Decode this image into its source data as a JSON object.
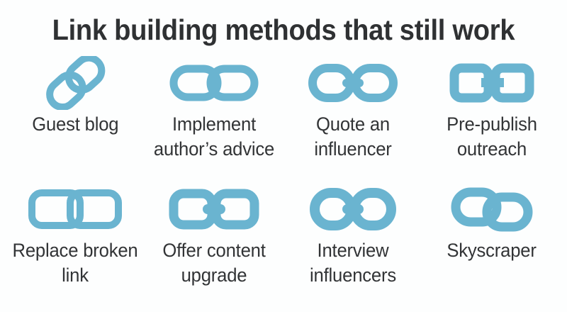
{
  "header": {
    "title": "Link building methods that still work"
  },
  "theme": {
    "background": "#fdfefe",
    "icon_color": "#6ab4d0",
    "text_color": "#323436",
    "title_color": "#2f3133"
  },
  "grid": {
    "columns": 4,
    "rows": 2,
    "items": [
      {
        "label": "Guest blog",
        "icon": "chain-link-diagonal-icon"
      },
      {
        "label": "Implement author’s advice",
        "icon": "chain-link-horizontal-interlocked-icon"
      },
      {
        "label": "Quote an influencer",
        "icon": "chain-link-rounded-bar-icon"
      },
      {
        "label": "Pre-publish outreach",
        "icon": "chain-link-octagonal-bar-icon"
      },
      {
        "label": "Replace broken link",
        "icon": "chain-link-square-outline-interlocked-icon"
      },
      {
        "label": "Offer content upgrade",
        "icon": "chain-link-square-bar-icon"
      },
      {
        "label": "Interview influencers",
        "icon": "chain-link-circular-bar-icon"
      },
      {
        "label": "Skyscraper",
        "icon": "chain-link-oval-overlap-icon"
      }
    ]
  }
}
